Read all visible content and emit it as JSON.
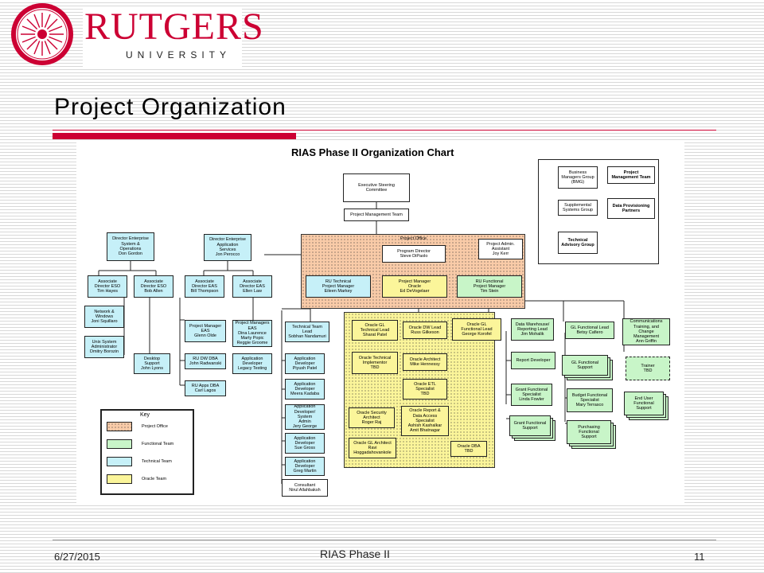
{
  "header": {
    "wordmark": "RUTGERS",
    "wordmark_sub": "UNIVERSITY",
    "seal_icon": "rutgers-seal-icon"
  },
  "slide": {
    "title": "Project Organization",
    "accent_color": "#cc0033"
  },
  "chart": {
    "title": "RIAS Phase II Organization Chart",
    "region_project_office": "Project Office",
    "nodes": {
      "exec": "Executive Steering\nCommittee",
      "pmt": "Project Management Team",
      "bmg": "Business\nManagers Group\n(BMG)",
      "pmteam": "Project\nManagement Team",
      "ssg": "Supplemental\nSystems Group",
      "dpp": "Data Provisioning\nPartners",
      "tag": "Technical\nAdvisory Group",
      "dir_eso": "Director Enterprise\nSystem &\nOperations\nDon Gordon",
      "dir_eas": "Director Enterprise\nApplication\nServices\nJon Perocco",
      "prog_dir": "Program Director\nSteve DiPaolo",
      "admin": "Project Admin.\nAssistant\nJoy Kerr",
      "ad_eso1": "Associate\nDirector ESO\nTim Hayes",
      "ad_eso2": "Associate\nDirector ESO\nBob Allen",
      "ad_eas1": "Associate\nDirector EAS\nBill Thompson",
      "ad_eas2": "Associate\nDirector EAS\nEllen Law",
      "ru_tech_pm": "RU Technical\nProject Manager\nEileen Markey",
      "pm_oracle": "Project Manager\nOracle\nEd DeVogelaer",
      "ru_func_pm": "RU Functional\nProject Manager\nTim Stein",
      "network": "Network &\nWindows\nJoni Squillaro",
      "unix": "Unix System\nAdministrator\nDmitry Borozin",
      "desktop": "Desktop\nSupport\nJohn Lyons",
      "pm_eas1": "Project Manager\nEAS\nGlenn Olde",
      "pm_eas2": "Project Managers\nEAS\nDina Laurence\nMarty Popic\nReggie Groome",
      "tt_lead": "Technical Team\nLead\nSobhan Nandamuri",
      "ru_dw_dba": "RU DW DBA\nJohn Radwanski",
      "app_dev_legacy": "Application\nDeveloper\nLegacy Testing",
      "ru_apps_dba": "RU Apps DBA\nCarl Lagos",
      "app_dev1": "Application\nDeveloper\nPiyush Patel",
      "app_dev2": "Application\nDeveloper\nMeera Kadaba",
      "app_dev3": "Application\nDeveloper/ System\nAdmin\nJery George",
      "app_dev4": "Application\nDeveloper\nSue Gross",
      "app_dev5": "Application\nDeveloper\nGreg Martin",
      "consultant": "Consultant\nNirul Allahbaksh",
      "or_gl_tech": "Oracle GL\nTechnical Lead\nSharat Patel",
      "or_dw_lead": "Oracle DW Lead\nRuss Gilkeson",
      "or_gl_func": "Oracle GL\nFunctional Lead\nGeorge Korofel",
      "or_impl": "Oracle Technical\nImplementor\nTBD",
      "or_arch": "Oracle Architect\nMike Hennessy",
      "or_etl": "Oracle ETL\nSpecialist\nTBD",
      "or_sec": "Oracle Security\nArchitect\nRoger Raj",
      "or_report": "Oracle Report &\nData Access\nSpecialist\nAshish Kashalkar\nAmit Bhatnagar",
      "or_gl_arch": "Oracle GL Architect\nRavi\nHoggadahovankole",
      "or_dba": "Oracle DBA\nTBD",
      "dw_lead": "Data Warehouse/\nReporting Lead\nJim Mohalik",
      "gl_func_lead": "GL Functional Lead\nBetsy Cafiero",
      "comm": "Communications\nTraining, and\nChange\nManagement\nAnn Griffin",
      "report_dev": "Report Developer",
      "gl_func_support": "GL Functional\nSupport",
      "trainer": "Trainer\nTBD",
      "grant_spec": "Grant Functional\nSpecialist\nLinda Fowler",
      "budget_spec": "Budget Functional\nSpecialist\nMary Terrasco",
      "end_user": "End User\nFunctional\nSupport",
      "grant_support": "Grant Functional\nSupport",
      "purch_support": "Purchasing\nFunctional\nSupport"
    },
    "key": {
      "title": "Key",
      "items": [
        "Project Office",
        "Functional Team",
        "Technical Team",
        "Oracle Team"
      ]
    },
    "colors": {
      "technical": "#c6f0f8",
      "functional": "#c8f5c8",
      "oracle": "#fbf59a",
      "project_office": "#f9cba8"
    }
  },
  "footer": {
    "date": "6/27/2015",
    "center": "RIAS Phase II",
    "page": "11"
  }
}
